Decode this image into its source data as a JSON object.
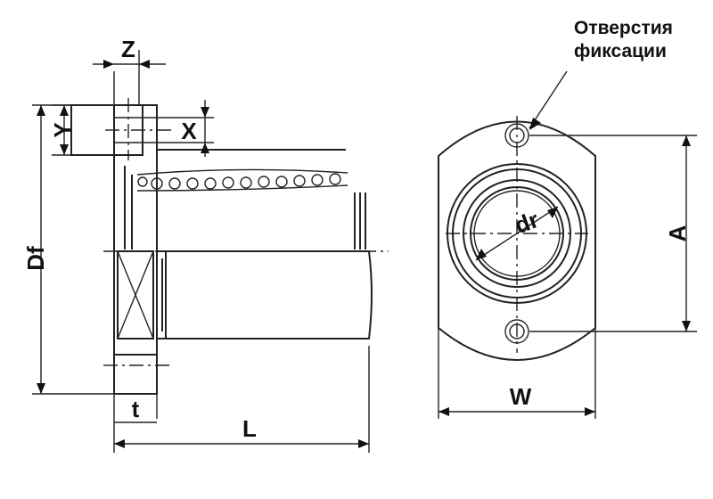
{
  "labels": {
    "z": "Z",
    "y": "Y",
    "x": "X",
    "df": "Df",
    "t": "t",
    "l": "L",
    "dr": "dr",
    "a": "A",
    "w": "W"
  },
  "callout": {
    "line1": "Отверстия",
    "line2": "фиксации"
  }
}
